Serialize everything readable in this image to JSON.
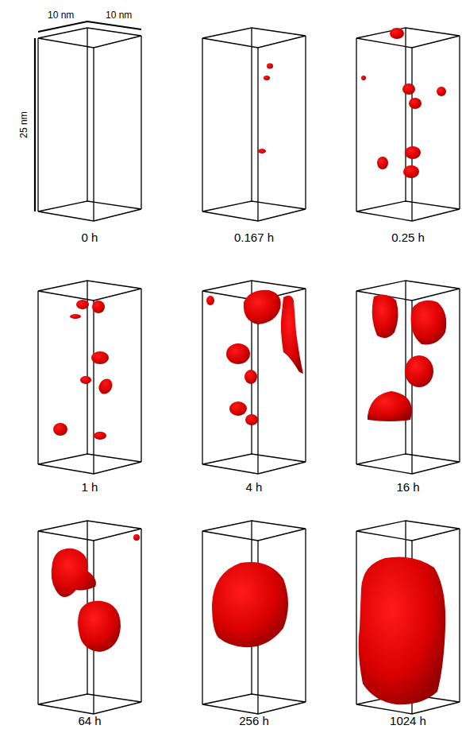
{
  "diagram": {
    "labels": [
      "10 nm",
      "10 nm",
      "25 nm",
      "0 h",
      "0.167 h",
      "0.25 h",
      "1 h",
      "4 h",
      "16 h",
      "64 h",
      "256 h",
      "1024 h"
    ]
  }
}
